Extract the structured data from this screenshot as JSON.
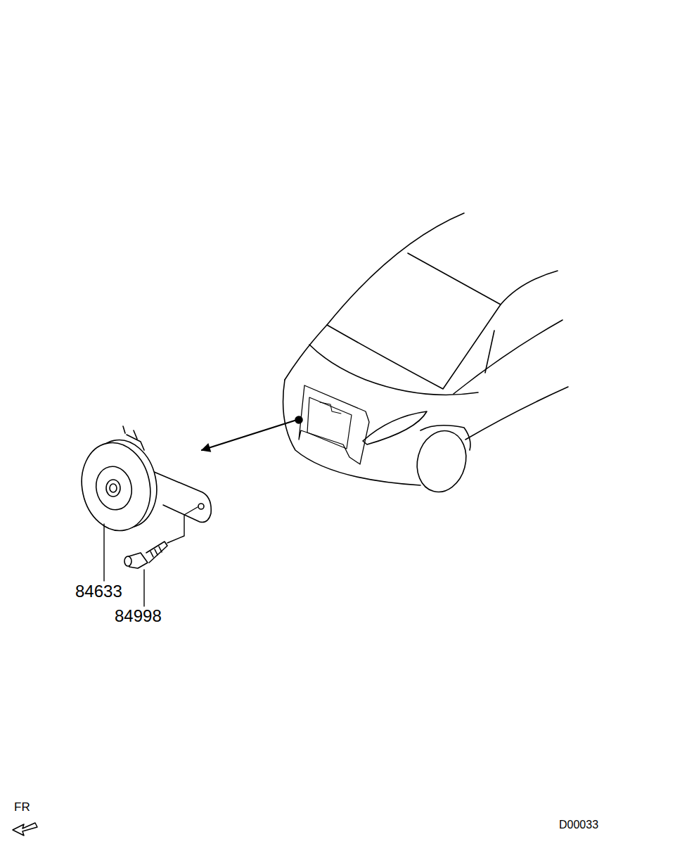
{
  "diagram": {
    "labels": [
      "84633",
      "84998",
      "FR",
      "D00033"
    ]
  }
}
